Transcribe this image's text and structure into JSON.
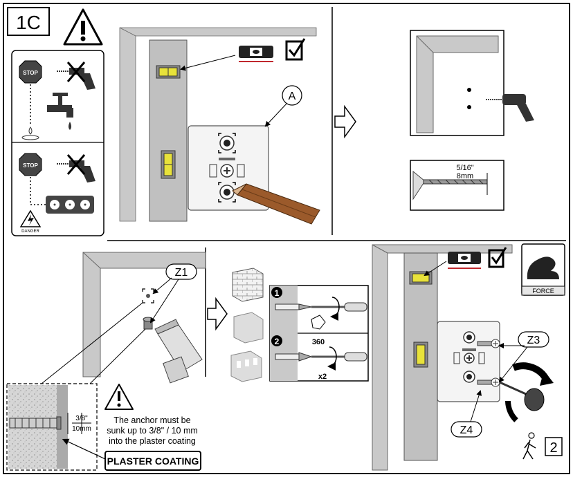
{
  "step": {
    "code": "1C",
    "next_page": "2"
  },
  "callouts": {
    "a": "A",
    "z1": "Z1",
    "z3": "Z3",
    "z4": "Z4"
  },
  "warnings": {
    "danger_label": "DANGER",
    "stop_label": "STOP"
  },
  "drill_bit": {
    "size_imperial": "5/16\"",
    "size_metric": "8mm"
  },
  "anchor": {
    "depth_imperial": "3/8\"",
    "depth_metric": "10mm",
    "note_line1": "The anchor must be",
    "note_line2": "sunk up to 3/8\" / 10 mm",
    "note_line3": "into the plaster coating",
    "plaster_label": "PLASTER COATING"
  },
  "steps_detail": {
    "step1_num": "1",
    "step2_num": "2",
    "rotation_degrees": "360",
    "rotation_times": "x2"
  },
  "force": {
    "label": "FORCE"
  },
  "colors": {
    "wall_grey": "#c9c9c9",
    "level_yellow": "#e8e23a",
    "wood_brown": "#9b5a2b",
    "warning_red": "#c0272d",
    "plate_white": "#f4f4f4"
  }
}
